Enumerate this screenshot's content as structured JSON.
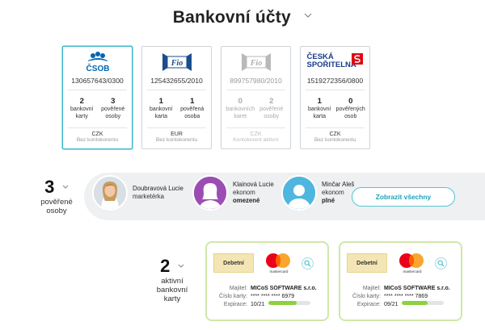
{
  "header": {
    "title": "Bankovní účty"
  },
  "banks": [
    {
      "logo": "ČSOB",
      "account": "130657643/0300",
      "cards_num": "2",
      "cards_lbl": "bankovní\nkarty",
      "persons_num": "3",
      "persons_lbl": "pověřené\nosoby",
      "currency": "CZK",
      "note": "Bez kontokorentu",
      "active": true,
      "disabled": false
    },
    {
      "logo": "Fio",
      "account": "125432655/2010",
      "cards_num": "1",
      "cards_lbl": "bankovní\nkarta",
      "persons_num": "1",
      "persons_lbl": "pověřená\nosoba",
      "currency": "EUR",
      "note": "Bez kontokorentu",
      "active": false,
      "disabled": false
    },
    {
      "logo": "Fio",
      "account": "899757980/2010",
      "cards_num": "0",
      "cards_lbl": "bankovních\nkaret",
      "persons_num": "2",
      "persons_lbl": "pověřené\nosoby",
      "currency": "CZK",
      "note": "Kontokorent aktivní",
      "active": false,
      "disabled": true
    },
    {
      "logo": "ČESKÁ SPOŘITELNA",
      "account": "1519272356/0800",
      "cards_num": "1",
      "cards_lbl": "bankovní\nkarta",
      "persons_num": "0",
      "persons_lbl": "pověřených\nosob",
      "currency": "CZK",
      "note": "Bez kontokorentu",
      "active": false,
      "disabled": false
    }
  ],
  "persons_section": {
    "count": "3",
    "label": "pověřené\nosoby",
    "people": [
      {
        "name": "Doubravová Lucie",
        "role": "marketérka",
        "permission": ""
      },
      {
        "name": "Klainová Lucie",
        "role": "ekonom",
        "permission": "omezené"
      },
      {
        "name": "Minčar Aleš",
        "role": "ekonom",
        "permission": "plné"
      }
    ],
    "show_all": "Zobrazit všechny"
  },
  "cards_section": {
    "count": "2",
    "label": "aktivní\nbankovní\nkarty",
    "cards": [
      {
        "type": "Debetní",
        "brand": "mastercard",
        "owner_label": "Majitel:",
        "owner": "MICoS SOFTWARE s.r.o.",
        "number_label": "Číslo karty:",
        "number": "**** **** **** 6979",
        "expiry_label": "Expirace:",
        "expiry": "10/21",
        "expiry_progress": 0.68
      },
      {
        "type": "Debetní",
        "brand": "mastercard",
        "owner_label": "Majitel:",
        "owner": "MICoS SOFTWARE s.r.o.",
        "number_label": "Číslo karty:",
        "number": "**** **** **** 7869",
        "expiry_label": "Expirace:",
        "expiry": "09/21",
        "expiry_progress": 0.62
      }
    ]
  },
  "colors": {
    "accent": "#3ab7c9",
    "card_border": "#cfe8a8",
    "progress": "#8bd23c",
    "csob_blue": "#0066b3",
    "cs_red": "#e30613"
  }
}
